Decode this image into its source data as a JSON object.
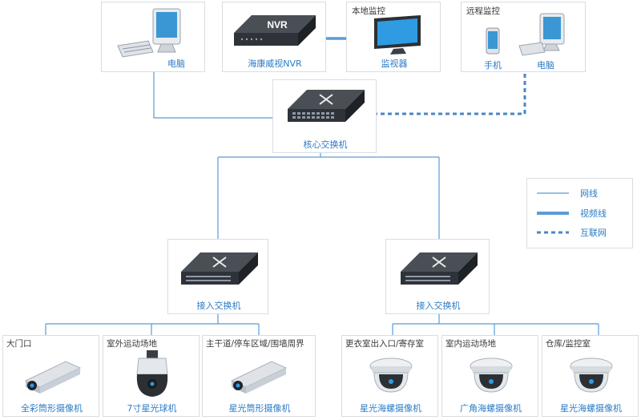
{
  "top": {
    "pc_label": "电脑",
    "nvr_label": "海康威视NVR",
    "nvr_badge": "NVR",
    "local_title": "本地监控",
    "monitor_label": "监视器",
    "remote_title": "远程监控",
    "phone_label": "手机",
    "remote_pc_label": "电脑"
  },
  "core": {
    "label": "核心交换机"
  },
  "access": {
    "left_label": "接入交换机",
    "right_label": "接入交换机"
  },
  "legend": {
    "net": "网线",
    "video": "视频线",
    "internet": "互联网"
  },
  "cameras": [
    {
      "area": "大门口",
      "label": "全彩筒形摄像机"
    },
    {
      "area": "室外运动场地",
      "label": "7寸星光球机"
    },
    {
      "area": "主干道/停车区域/围墙周界",
      "label": "星光筒形摄像机"
    },
    {
      "area": "更衣室出入口/寄存室",
      "label": "星光海螺摄像机"
    },
    {
      "area": "室内运动场地",
      "label": "广角海螺摄像机"
    },
    {
      "area": "仓库/监控室",
      "label": "星光海螺摄像机"
    }
  ],
  "colors": {
    "line": "#5b9bd5",
    "text": "#2b7bc4",
    "border": "#d8dde3"
  }
}
